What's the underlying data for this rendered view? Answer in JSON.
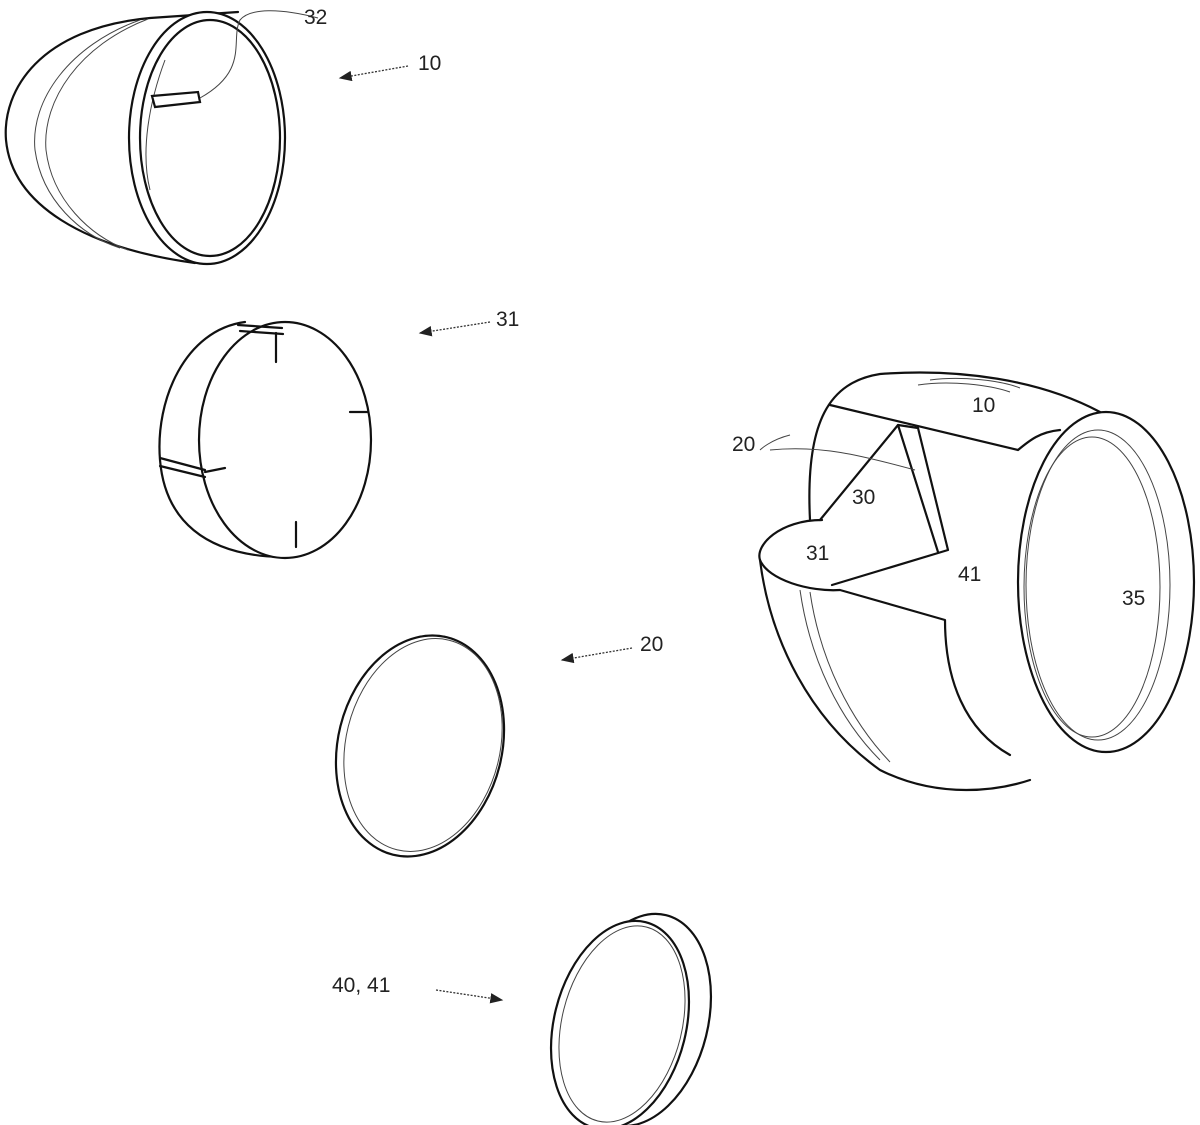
{
  "figure": {
    "labels": {
      "part10": "10",
      "part32": "32",
      "part31": "31",
      "part20": "20",
      "part40_41": "40, 41",
      "asm10": "10",
      "asm20": "20",
      "asm30": "30",
      "asm31": "31",
      "asm41": "41",
      "asm35": "35"
    }
  }
}
